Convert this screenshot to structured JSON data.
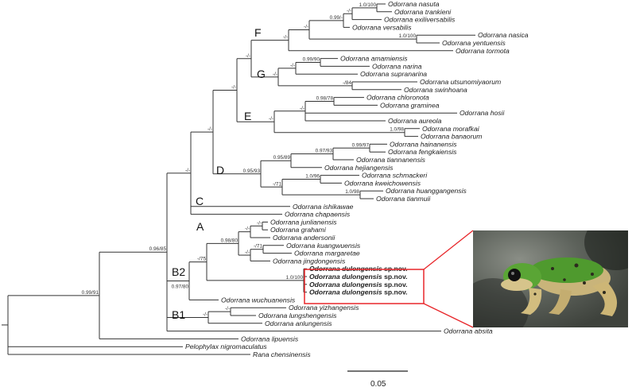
{
  "taxa": [
    {
      "name": "Odorrana nasuta"
    },
    {
      "name": "Odorrana trankieni"
    },
    {
      "name": "Odorrana exiliversabilis"
    },
    {
      "name": "Odorrana versabilis"
    },
    {
      "name": "Odorrana nasica"
    },
    {
      "name": "Odorrana yentuensis"
    },
    {
      "name": "Odorrana tormota"
    },
    {
      "name": "Odorrana amamiensis"
    },
    {
      "name": "Odorrana narina"
    },
    {
      "name": "Odorrana supranarina"
    },
    {
      "name": "Odorrana utsunomiyaorum"
    },
    {
      "name": "Odorrana swinhoana"
    },
    {
      "name": "Odorrana chloronota"
    },
    {
      "name": "Odorrana graminea"
    },
    {
      "name": "Odorrana hosii"
    },
    {
      "name": "Odorrana aureola"
    },
    {
      "name": "Odorrana morafkai"
    },
    {
      "name": "Odorrana banaorum"
    },
    {
      "name": "Odorrana hainanensis"
    },
    {
      "name": "Odorrana fengkaiensis"
    },
    {
      "name": "Odorrana tiannanensis"
    },
    {
      "name": "Odorrana hejiangensis"
    },
    {
      "name": "Odorrana schmackeri"
    },
    {
      "name": "Odorrana kweichowensis"
    },
    {
      "name": "Odorrana huanggangensis"
    },
    {
      "name": "Odorrana tianmuii"
    },
    {
      "name": "Odorrana ishikawae"
    },
    {
      "name": "Odorrana chapaensis"
    },
    {
      "name": "Odorrana junlianensis"
    },
    {
      "name": "Odorrana grahami"
    },
    {
      "name": "Odorrana andersonii"
    },
    {
      "name": "Odorrana kuangwuensis"
    },
    {
      "name": "Odorrana margaretae"
    },
    {
      "name": "Odorrana jingdongensis"
    },
    {
      "name": "Odorrana dulongensis",
      "suffix": "sp.nov.",
      "highlight": true
    },
    {
      "name": "Odorrana dulongensis",
      "suffix": "sp.nov.",
      "highlight": true
    },
    {
      "name": "Odorrana dulongensis",
      "suffix": "sp.nov.",
      "highlight": true
    },
    {
      "name": "Odorrana dulongensis",
      "suffix": "sp.nov.",
      "highlight": true
    },
    {
      "name": "Odorrana wuchuanensis"
    },
    {
      "name": "Odorrana yizhangensis"
    },
    {
      "name": "Odorrana lungshengensis"
    },
    {
      "name": "Odorrana anlungensis"
    },
    {
      "name": "Odorrana absita"
    },
    {
      "name": "Odorrana lipuensis"
    },
    {
      "name": "Pelophylax nigromaculatus"
    },
    {
      "name": "Rana chensinensis"
    }
  ],
  "supports": [
    "0.99/91",
    "0.96/85",
    "-/-",
    "-/-",
    "-/-",
    "-/-",
    "-/-",
    "-/-",
    "0.99/-",
    "-/-",
    "1.0/100",
    "1.0/100",
    "-/-",
    "-/-",
    "0.99/90",
    "-/84",
    "-/-",
    "-/-",
    "0.98/78",
    "1.0/98",
    "0.95/93",
    "0.95/89",
    "0.97/93",
    "0.99/97",
    "-/71",
    "1.0/96",
    "1.0/98",
    "0.97/80",
    "-/75",
    "0.98/80",
    "-/-",
    "-/-",
    "-/-",
    "-/71",
    "1.0/100",
    "-/-",
    "-/-"
  ],
  "clades": {
    "F": "F",
    "G": "G",
    "E": "E",
    "D": "D",
    "C": "C",
    "A": "A",
    "B2": "B2",
    "B1": "B1"
  },
  "scale_bar": {
    "label": "0.05"
  },
  "colors": {
    "highlight": "#e8262a",
    "branch": "#333333"
  }
}
